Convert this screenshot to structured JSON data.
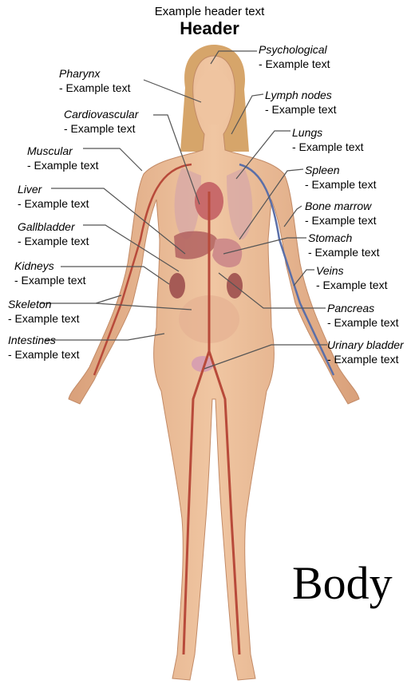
{
  "header": {
    "subtitle": "Example header text",
    "title": "Header"
  },
  "watermark": "Body",
  "colors": {
    "skin": "#e7b48c",
    "artery": "#b84a3a",
    "vein": "#5b6fa8",
    "organ": "#c97a78"
  },
  "labels": [
    {
      "id": "psychological",
      "title": "Psychological",
      "desc": "- Example text"
    },
    {
      "id": "pharynx",
      "title": "Pharynx",
      "desc": "- Example text"
    },
    {
      "id": "lymph-nodes",
      "title": "Lymph nodes",
      "desc": "- Example text"
    },
    {
      "id": "cardiovascular",
      "title": "Cardiovascular",
      "desc": "- Example text"
    },
    {
      "id": "lungs",
      "title": "Lungs",
      "desc": "- Example text"
    },
    {
      "id": "muscular",
      "title": "Muscular",
      "desc": "- Example text"
    },
    {
      "id": "spleen",
      "title": "Spleen",
      "desc": "- Example text"
    },
    {
      "id": "liver",
      "title": "Liver",
      "desc": "- Example text"
    },
    {
      "id": "bone-marrow",
      "title": "Bone marrow",
      "desc": "- Example text"
    },
    {
      "id": "gallbladder",
      "title": "Gallbladder",
      "desc": "- Example text"
    },
    {
      "id": "stomach",
      "title": "Stomach",
      "desc": "- Example text"
    },
    {
      "id": "kidneys",
      "title": "Kidneys",
      "desc": "- Example text"
    },
    {
      "id": "veins",
      "title": "Veins",
      "desc": "- Example text"
    },
    {
      "id": "skeleton",
      "title": "Skeleton",
      "desc": "- Example text"
    },
    {
      "id": "pancreas",
      "title": "Pancreas",
      "desc": "- Example text"
    },
    {
      "id": "intestines",
      "title": "Intestines",
      "desc": "- Example text"
    },
    {
      "id": "urinary-bladder",
      "title": "Urinary bladder",
      "desc": "- Example text"
    }
  ]
}
